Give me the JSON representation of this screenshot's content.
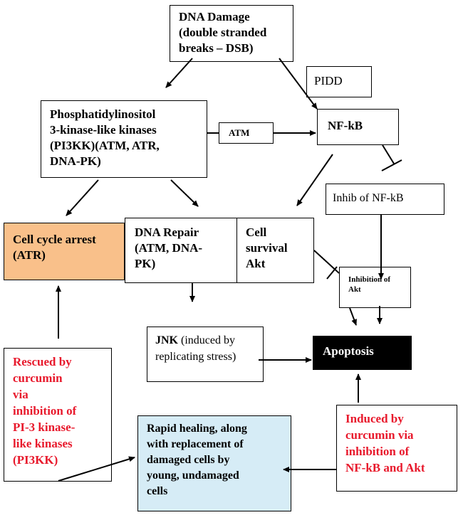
{
  "diagram": {
    "dna_damage": "DNA Damage\n(double stranded\nbreaks – DSB)",
    "pidd": "PIDD",
    "pi3kk": "Phosphatidylinositol\n3-kinase-like kinases\n(PI3KK)(ATM, ATR,\nDNA-PK)",
    "atm": "ATM",
    "nfkb": "NF-kB",
    "inhib_nfkb": "Inhib of NF-kB",
    "cell_cycle_arrest": "Cell cycle arrest\n(ATR)",
    "dna_repair": "DNA Repair\n(ATM, DNA-\nPK)",
    "cell_survival": "Cell\nsurvival\nAkt",
    "inhibition_akt": "Inhibition of\nAkt",
    "jnk_bold": "JNK",
    "jnk_rest": " (induced by\nreplicating stress)",
    "apoptosis": "Apoptosis",
    "rescued": "Rescued  by\ncurcumin\nvia\ninhibition of\nPI-3 kinase-\nlike kinases\n(PI3KK)",
    "rapid_healing": "Rapid healing, along\nwith replacement of\ndamaged cells by\nyoung, undamaged\ncells",
    "induced": "Induced by\ncurcumin via\ninhibition of\nNF-kB and Akt"
  },
  "colors": {
    "cell_cycle_fill": "#f9c08a",
    "rapid_healing_fill": "#d6ecf6",
    "apoptosis_fill": "#000000",
    "curcumin_text": "#e8192c"
  }
}
